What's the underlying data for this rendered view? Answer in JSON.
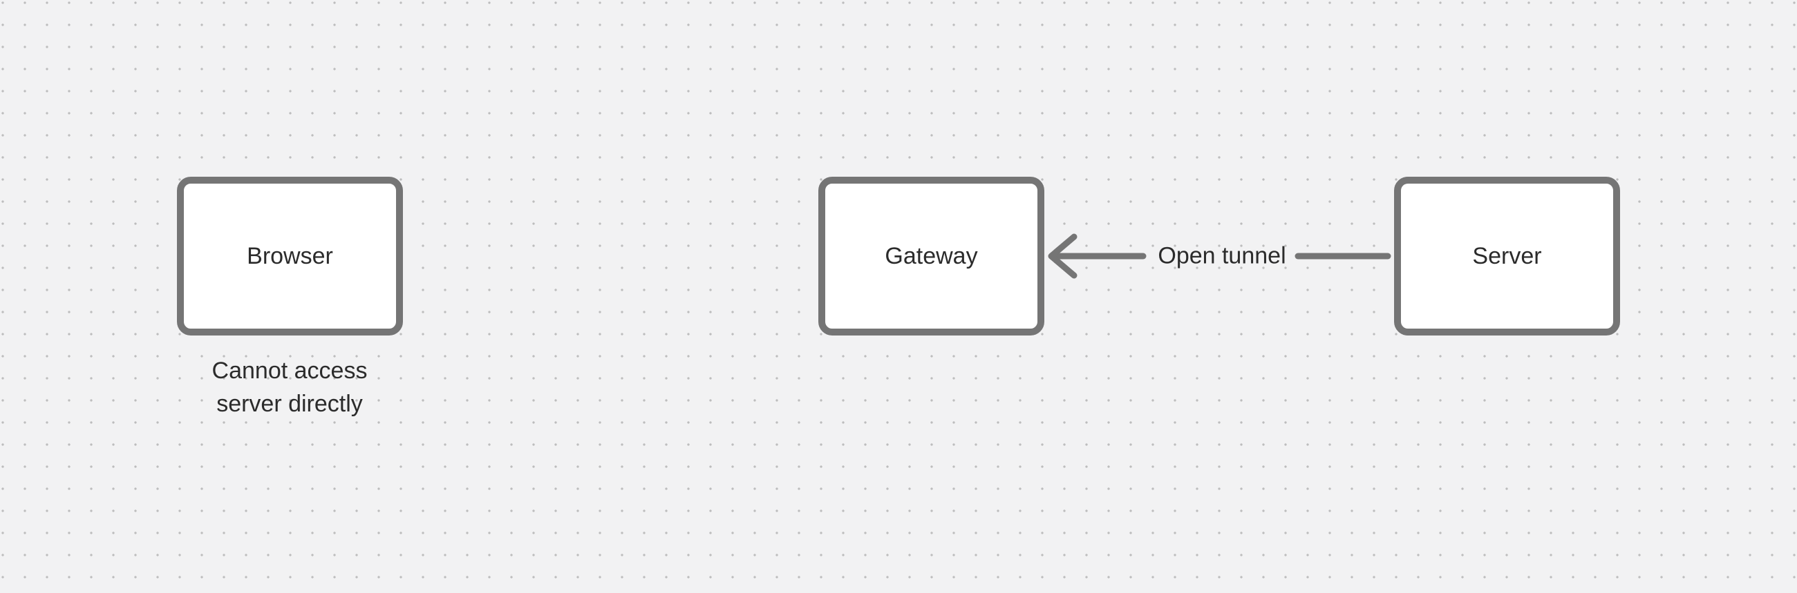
{
  "canvas": {
    "background_color": "#f2f2f3",
    "dot_color": "#bdbdbd",
    "stroke_color": "#757575",
    "text_color": "#2b2b2b",
    "node_fill": "#ffffff"
  },
  "nodes": [
    {
      "id": "browser",
      "label": "Browser"
    },
    {
      "id": "gateway",
      "label": "Gateway"
    },
    {
      "id": "server",
      "label": "Server"
    }
  ],
  "edges": [
    {
      "id": "open-tunnel",
      "label": "Open tunnel",
      "from": "Server",
      "to": "Gateway",
      "direction": "right-to-left"
    }
  ],
  "annotations": [
    {
      "id": "browser-note",
      "lines": [
        "Cannot access",
        "server directly"
      ]
    }
  ]
}
